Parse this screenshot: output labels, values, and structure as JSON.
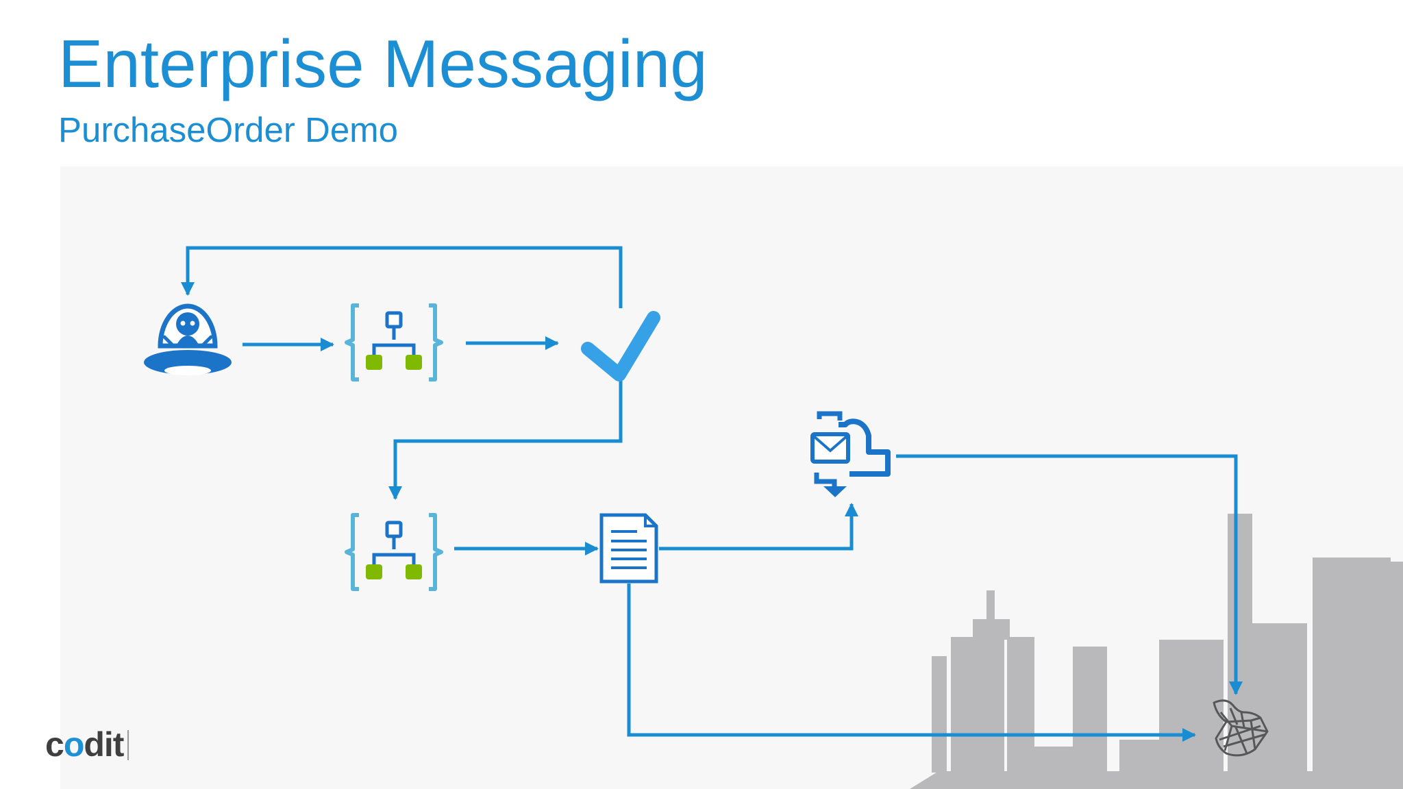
{
  "slide": {
    "title": "Enterprise Messaging",
    "subtitle": "PurchaseOrder Demo"
  },
  "logo": {
    "text_before": "c",
    "text_accent": "o",
    "text_after": "dit"
  },
  "colors": {
    "accent": "#1c8fd4",
    "connector": "#1a8cd2",
    "logic_app_brace": "#59b4d9",
    "logic_app_node_green": "#7fba00",
    "skyline_gray": "#b9b9bb",
    "logo_text": "#3f3f3f"
  },
  "diagram": {
    "nodes": [
      {
        "id": "api-management",
        "icon": "api-management-ufo-icon"
      },
      {
        "id": "logic-app-1",
        "icon": "logic-app-icon"
      },
      {
        "id": "validation",
        "icon": "checkmark-icon"
      },
      {
        "id": "logic-app-2",
        "icon": "logic-app-icon"
      },
      {
        "id": "purchase-order-document",
        "icon": "document-icon"
      },
      {
        "id": "service-bus-messaging",
        "icon": "service-bus-queue-icon"
      },
      {
        "id": "sharepoint-on-premises",
        "icon": "sharepoint-icon"
      }
    ],
    "connections": [
      {
        "from": "api-management",
        "to": "logic-app-1"
      },
      {
        "from": "logic-app-1",
        "to": "validation"
      },
      {
        "from": "validation",
        "to": "api-management"
      },
      {
        "from": "validation",
        "to": "logic-app-2"
      },
      {
        "from": "logic-app-2",
        "to": "purchase-order-document"
      },
      {
        "from": "purchase-order-document",
        "to": "service-bus-messaging"
      },
      {
        "from": "purchase-order-document",
        "to": "sharepoint-on-premises"
      },
      {
        "from": "service-bus-messaging",
        "to": "sharepoint-on-premises"
      }
    ],
    "background": "city-skyline"
  }
}
